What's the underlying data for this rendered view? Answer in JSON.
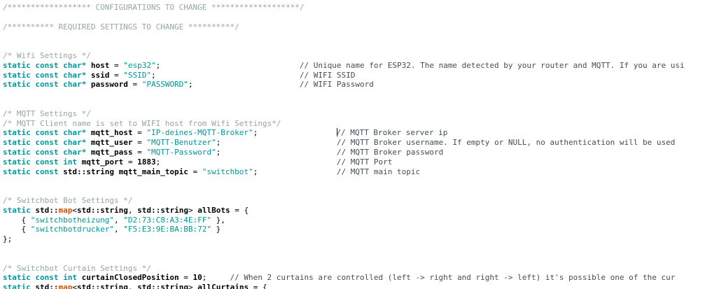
{
  "editor": {
    "language": "cpp",
    "colors": {
      "background": "#FFFFFF",
      "keyword": "#00979C",
      "string": "#00979C",
      "function": "#D35400",
      "identifier": "#000000",
      "comment_block": "#95A5A6",
      "comment_line": "#434F54",
      "caret": "#1A1A1A"
    },
    "cursor": {
      "line": 14,
      "before": "// MQTT Broker server ip"
    },
    "lines": [
      [
        {
          "c": "cb",
          "t": "/****************** CONFIGURATIONS TO CHANGE *******************/"
        }
      ],
      [],
      [
        {
          "c": "cb",
          "t": "/********** REQUIRED SETTINGS TO CHANGE **********/"
        }
      ],
      [],
      [],
      [
        {
          "c": "cb",
          "t": "/* Wifi Settings */"
        }
      ],
      [
        {
          "c": "k",
          "t": "static const char*"
        },
        {
          "c": "i",
          "t": " host"
        },
        {
          "c": "p",
          "t": " = "
        },
        {
          "c": "s",
          "t": "\"esp32\""
        },
        {
          "c": "p",
          "t": ";"
        },
        {
          "c": "p",
          "t": "                              "
        },
        {
          "c": "cl",
          "t": "// Unique name for ESP32. The name detected by your router and MQTT. If you are usi"
        }
      ],
      [
        {
          "c": "k",
          "t": "static const char*"
        },
        {
          "c": "i",
          "t": " ssid"
        },
        {
          "c": "p",
          "t": " = "
        },
        {
          "c": "s",
          "t": "\"SSID\""
        },
        {
          "c": "p",
          "t": ";"
        },
        {
          "c": "p",
          "t": "                               "
        },
        {
          "c": "cl",
          "t": "// WIFI SSID"
        }
      ],
      [
        {
          "c": "k",
          "t": "static const char*"
        },
        {
          "c": "i",
          "t": " password"
        },
        {
          "c": "p",
          "t": " = "
        },
        {
          "c": "s",
          "t": "\"PASSWORD\""
        },
        {
          "c": "p",
          "t": ";"
        },
        {
          "c": "p",
          "t": "                       "
        },
        {
          "c": "cl",
          "t": "// WIFI Password"
        }
      ],
      [],
      [],
      [
        {
          "c": "cb",
          "t": "/* MQTT Settings */"
        }
      ],
      [
        {
          "c": "cb",
          "t": "/* MQTT Client name is set to WIFI host from Wifi Settings*/"
        }
      ],
      [
        {
          "c": "k",
          "t": "static const char*"
        },
        {
          "c": "i",
          "t": " mqtt_host"
        },
        {
          "c": "p",
          "t": " = "
        },
        {
          "c": "s",
          "t": "\"IP-deines-MQTT-Broker\""
        },
        {
          "c": "p",
          "t": ";"
        },
        {
          "c": "p",
          "t": "                 "
        },
        {
          "c": "caret",
          "t": ""
        },
        {
          "c": "cl",
          "t": "// MQTT Broker server ip"
        }
      ],
      [
        {
          "c": "k",
          "t": "static const char*"
        },
        {
          "c": "i",
          "t": " mqtt_user"
        },
        {
          "c": "p",
          "t": " = "
        },
        {
          "c": "s",
          "t": "\"MQTT-Benutzer\""
        },
        {
          "c": "p",
          "t": ";"
        },
        {
          "c": "p",
          "t": "                         "
        },
        {
          "c": "cl",
          "t": "// MQTT Broker username. If empty or NULL, no authentication will be used"
        }
      ],
      [
        {
          "c": "k",
          "t": "static const char*"
        },
        {
          "c": "i",
          "t": " mqtt_pass"
        },
        {
          "c": "p",
          "t": " = "
        },
        {
          "c": "s",
          "t": "\"MQTT-Password\""
        },
        {
          "c": "p",
          "t": ";"
        },
        {
          "c": "p",
          "t": "                         "
        },
        {
          "c": "cl",
          "t": "// MQTT Broker password"
        }
      ],
      [
        {
          "c": "k",
          "t": "static const int"
        },
        {
          "c": "i",
          "t": " mqtt_port"
        },
        {
          "c": "p",
          "t": " = "
        },
        {
          "c": "i",
          "t": "1883"
        },
        {
          "c": "p",
          "t": ";"
        },
        {
          "c": "p",
          "t": "                                      "
        },
        {
          "c": "cl",
          "t": "// MQTT Port"
        }
      ],
      [
        {
          "c": "k",
          "t": "static const"
        },
        {
          "c": "i",
          "t": " std::string mqtt_main_topic"
        },
        {
          "c": "p",
          "t": " = "
        },
        {
          "c": "s",
          "t": "\"switchbot\""
        },
        {
          "c": "p",
          "t": ";"
        },
        {
          "c": "p",
          "t": "                 "
        },
        {
          "c": "cl",
          "t": "// MQTT main topic"
        }
      ],
      [],
      [],
      [
        {
          "c": "cb",
          "t": "/* Switchbot Bot Settings */"
        }
      ],
      [
        {
          "c": "k",
          "t": "static"
        },
        {
          "c": "i",
          "t": " std::"
        },
        {
          "c": "f",
          "t": "map"
        },
        {
          "c": "p",
          "t": "<"
        },
        {
          "c": "i",
          "t": "std::string"
        },
        {
          "c": "p",
          "t": ", "
        },
        {
          "c": "i",
          "t": "std::string"
        },
        {
          "c": "p",
          "t": "> "
        },
        {
          "c": "i",
          "t": "allBots"
        },
        {
          "c": "p",
          "t": " = {"
        }
      ],
      [
        {
          "c": "p",
          "t": "    { "
        },
        {
          "c": "s",
          "t": "\"switchbotheizung\""
        },
        {
          "c": "p",
          "t": ", "
        },
        {
          "c": "s",
          "t": "\"D2:73:C8:A3:4E:FF\""
        },
        {
          "c": "p",
          "t": " },"
        }
      ],
      [
        {
          "c": "p",
          "t": "    { "
        },
        {
          "c": "s",
          "t": "\"switchbotdrucker\""
        },
        {
          "c": "p",
          "t": ", "
        },
        {
          "c": "s",
          "t": "\"F5:E3:9E:BA:BB:72\""
        },
        {
          "c": "p",
          "t": " }"
        }
      ],
      [
        {
          "c": "p",
          "t": "};"
        }
      ],
      [],
      [],
      [
        {
          "c": "cb",
          "t": "/* Switchbot Curtain Settings */"
        }
      ],
      [
        {
          "c": "k",
          "t": "static const int"
        },
        {
          "c": "i",
          "t": " curtainClosedPosition"
        },
        {
          "c": "p",
          "t": " = "
        },
        {
          "c": "i",
          "t": "10"
        },
        {
          "c": "p",
          "t": ";"
        },
        {
          "c": "p",
          "t": "     "
        },
        {
          "c": "cl",
          "t": "// When 2 curtains are controlled (left -> right and right -> left) it's possible one of the cur"
        }
      ],
      [
        {
          "c": "k",
          "t": "static"
        },
        {
          "c": "i",
          "t": " std::"
        },
        {
          "c": "f",
          "t": "map"
        },
        {
          "c": "p",
          "t": "<"
        },
        {
          "c": "i",
          "t": "std::string"
        },
        {
          "c": "p",
          "t": ", "
        },
        {
          "c": "i",
          "t": "std::string"
        },
        {
          "c": "p",
          "t": "> "
        },
        {
          "c": "i",
          "t": "allCurtains"
        },
        {
          "c": "p",
          "t": " = {"
        }
      ]
    ]
  }
}
